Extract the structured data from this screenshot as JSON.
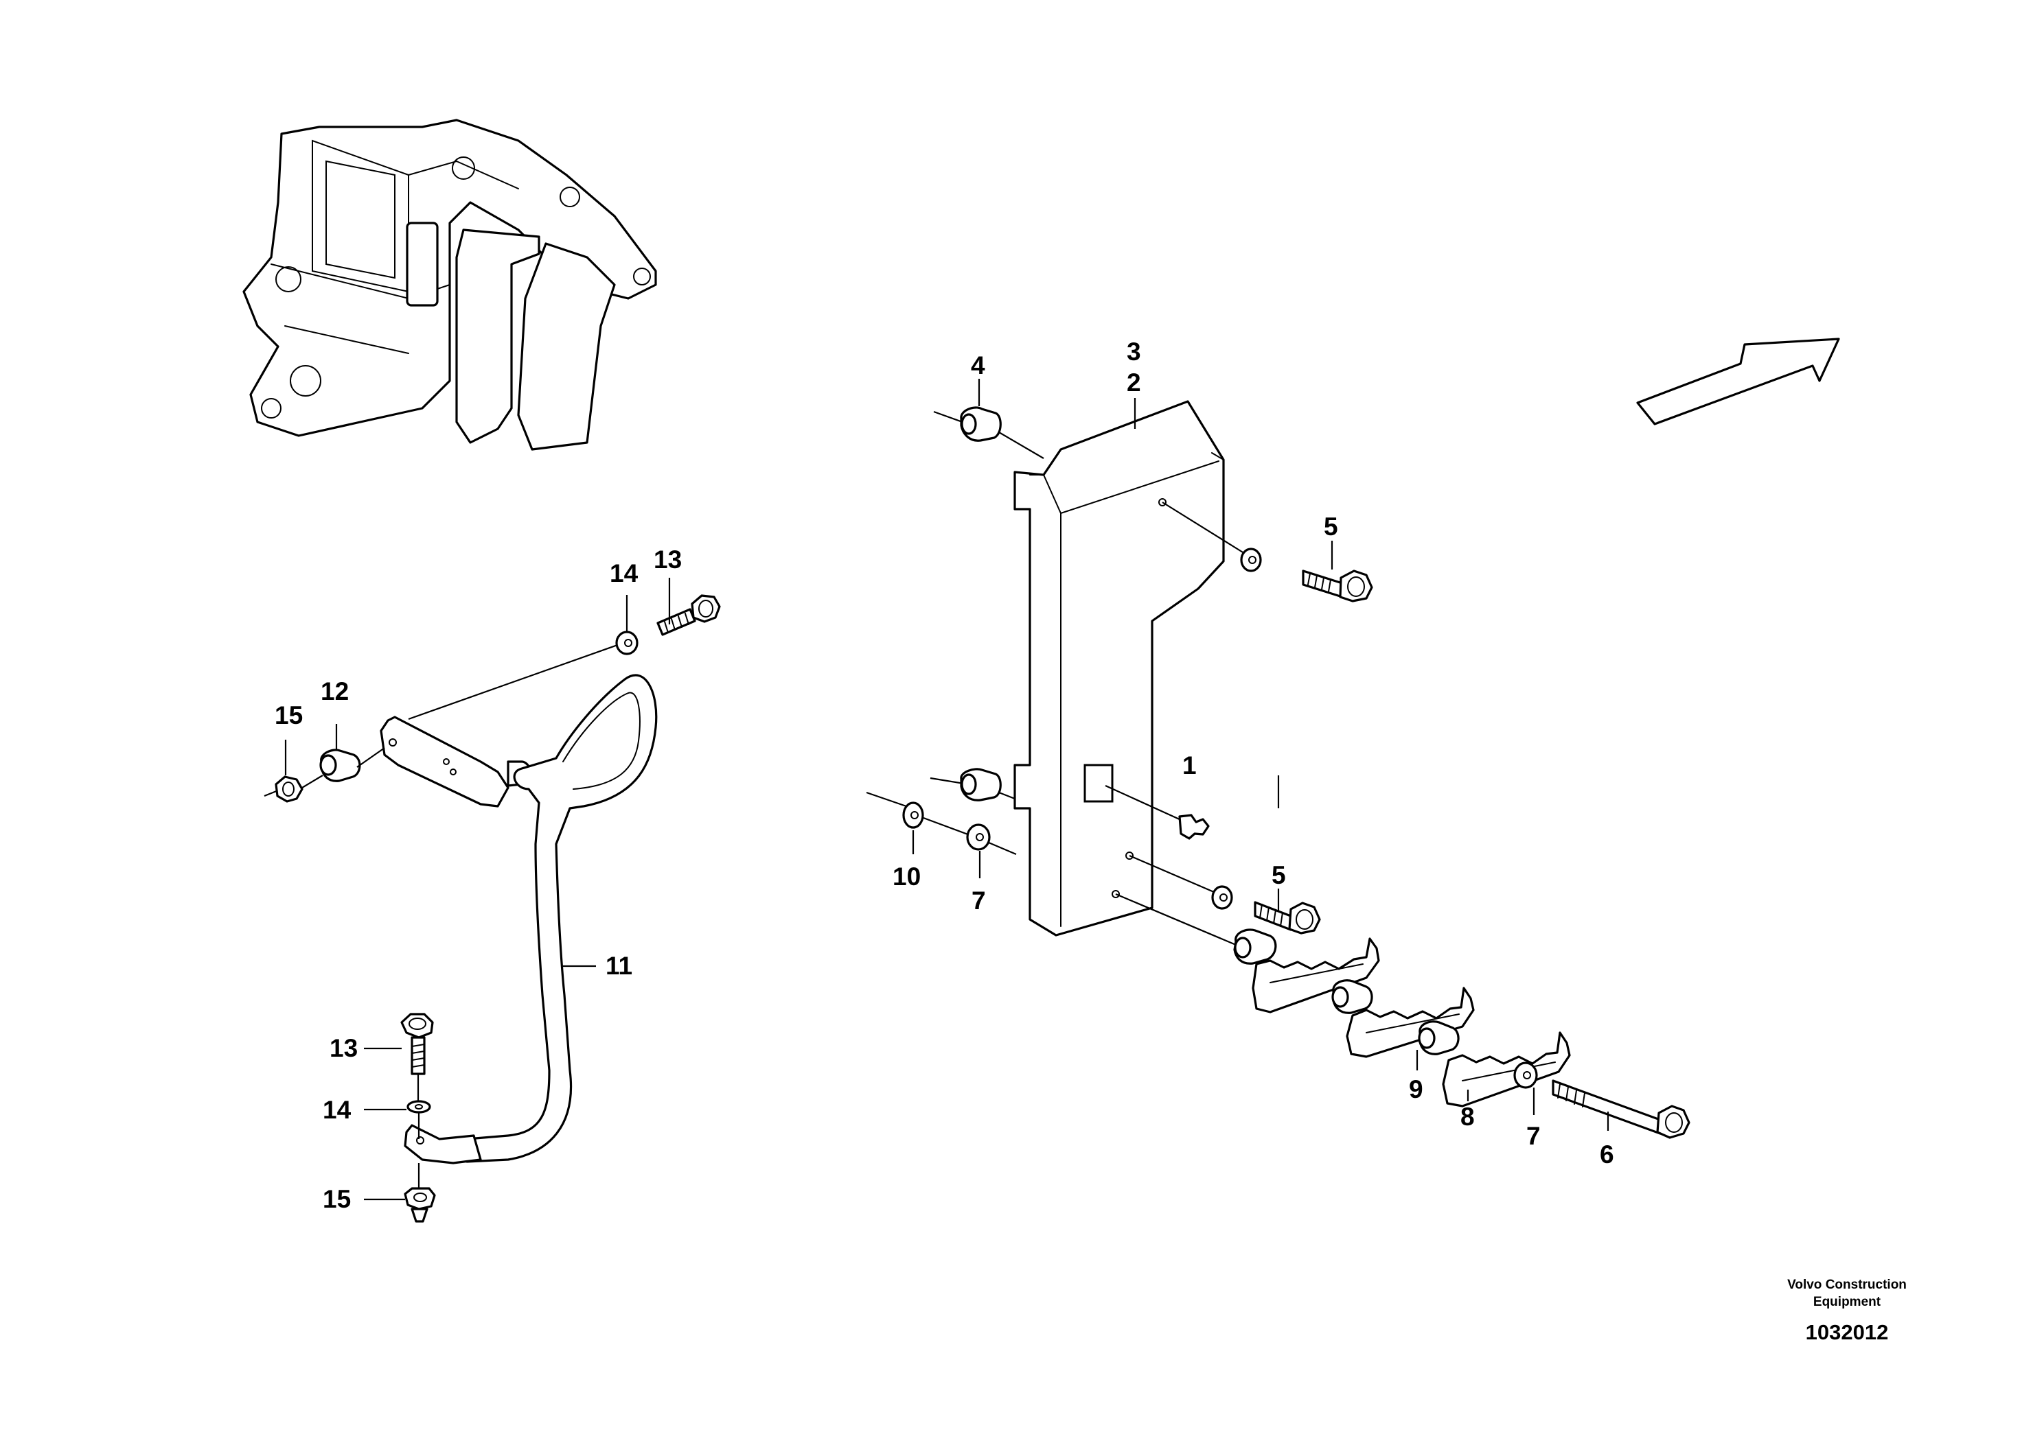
{
  "callouts": {
    "n1": "1",
    "n2": "2",
    "n3": "3",
    "n4": "4",
    "n5a": "5",
    "n5b": "5",
    "n6": "6",
    "n7a": "7",
    "n7b": "7",
    "n8": "8",
    "n9": "9",
    "n10": "10",
    "n11": "11",
    "n12": "12",
    "n13a": "13",
    "n13b": "13",
    "n14a": "14",
    "n14b": "14",
    "n15a": "15",
    "n15b": "15"
  },
  "footer": {
    "manufacturer_line1": "Volvo Construction",
    "manufacturer_line2": "Equipment",
    "drawing_number": "1032012"
  }
}
